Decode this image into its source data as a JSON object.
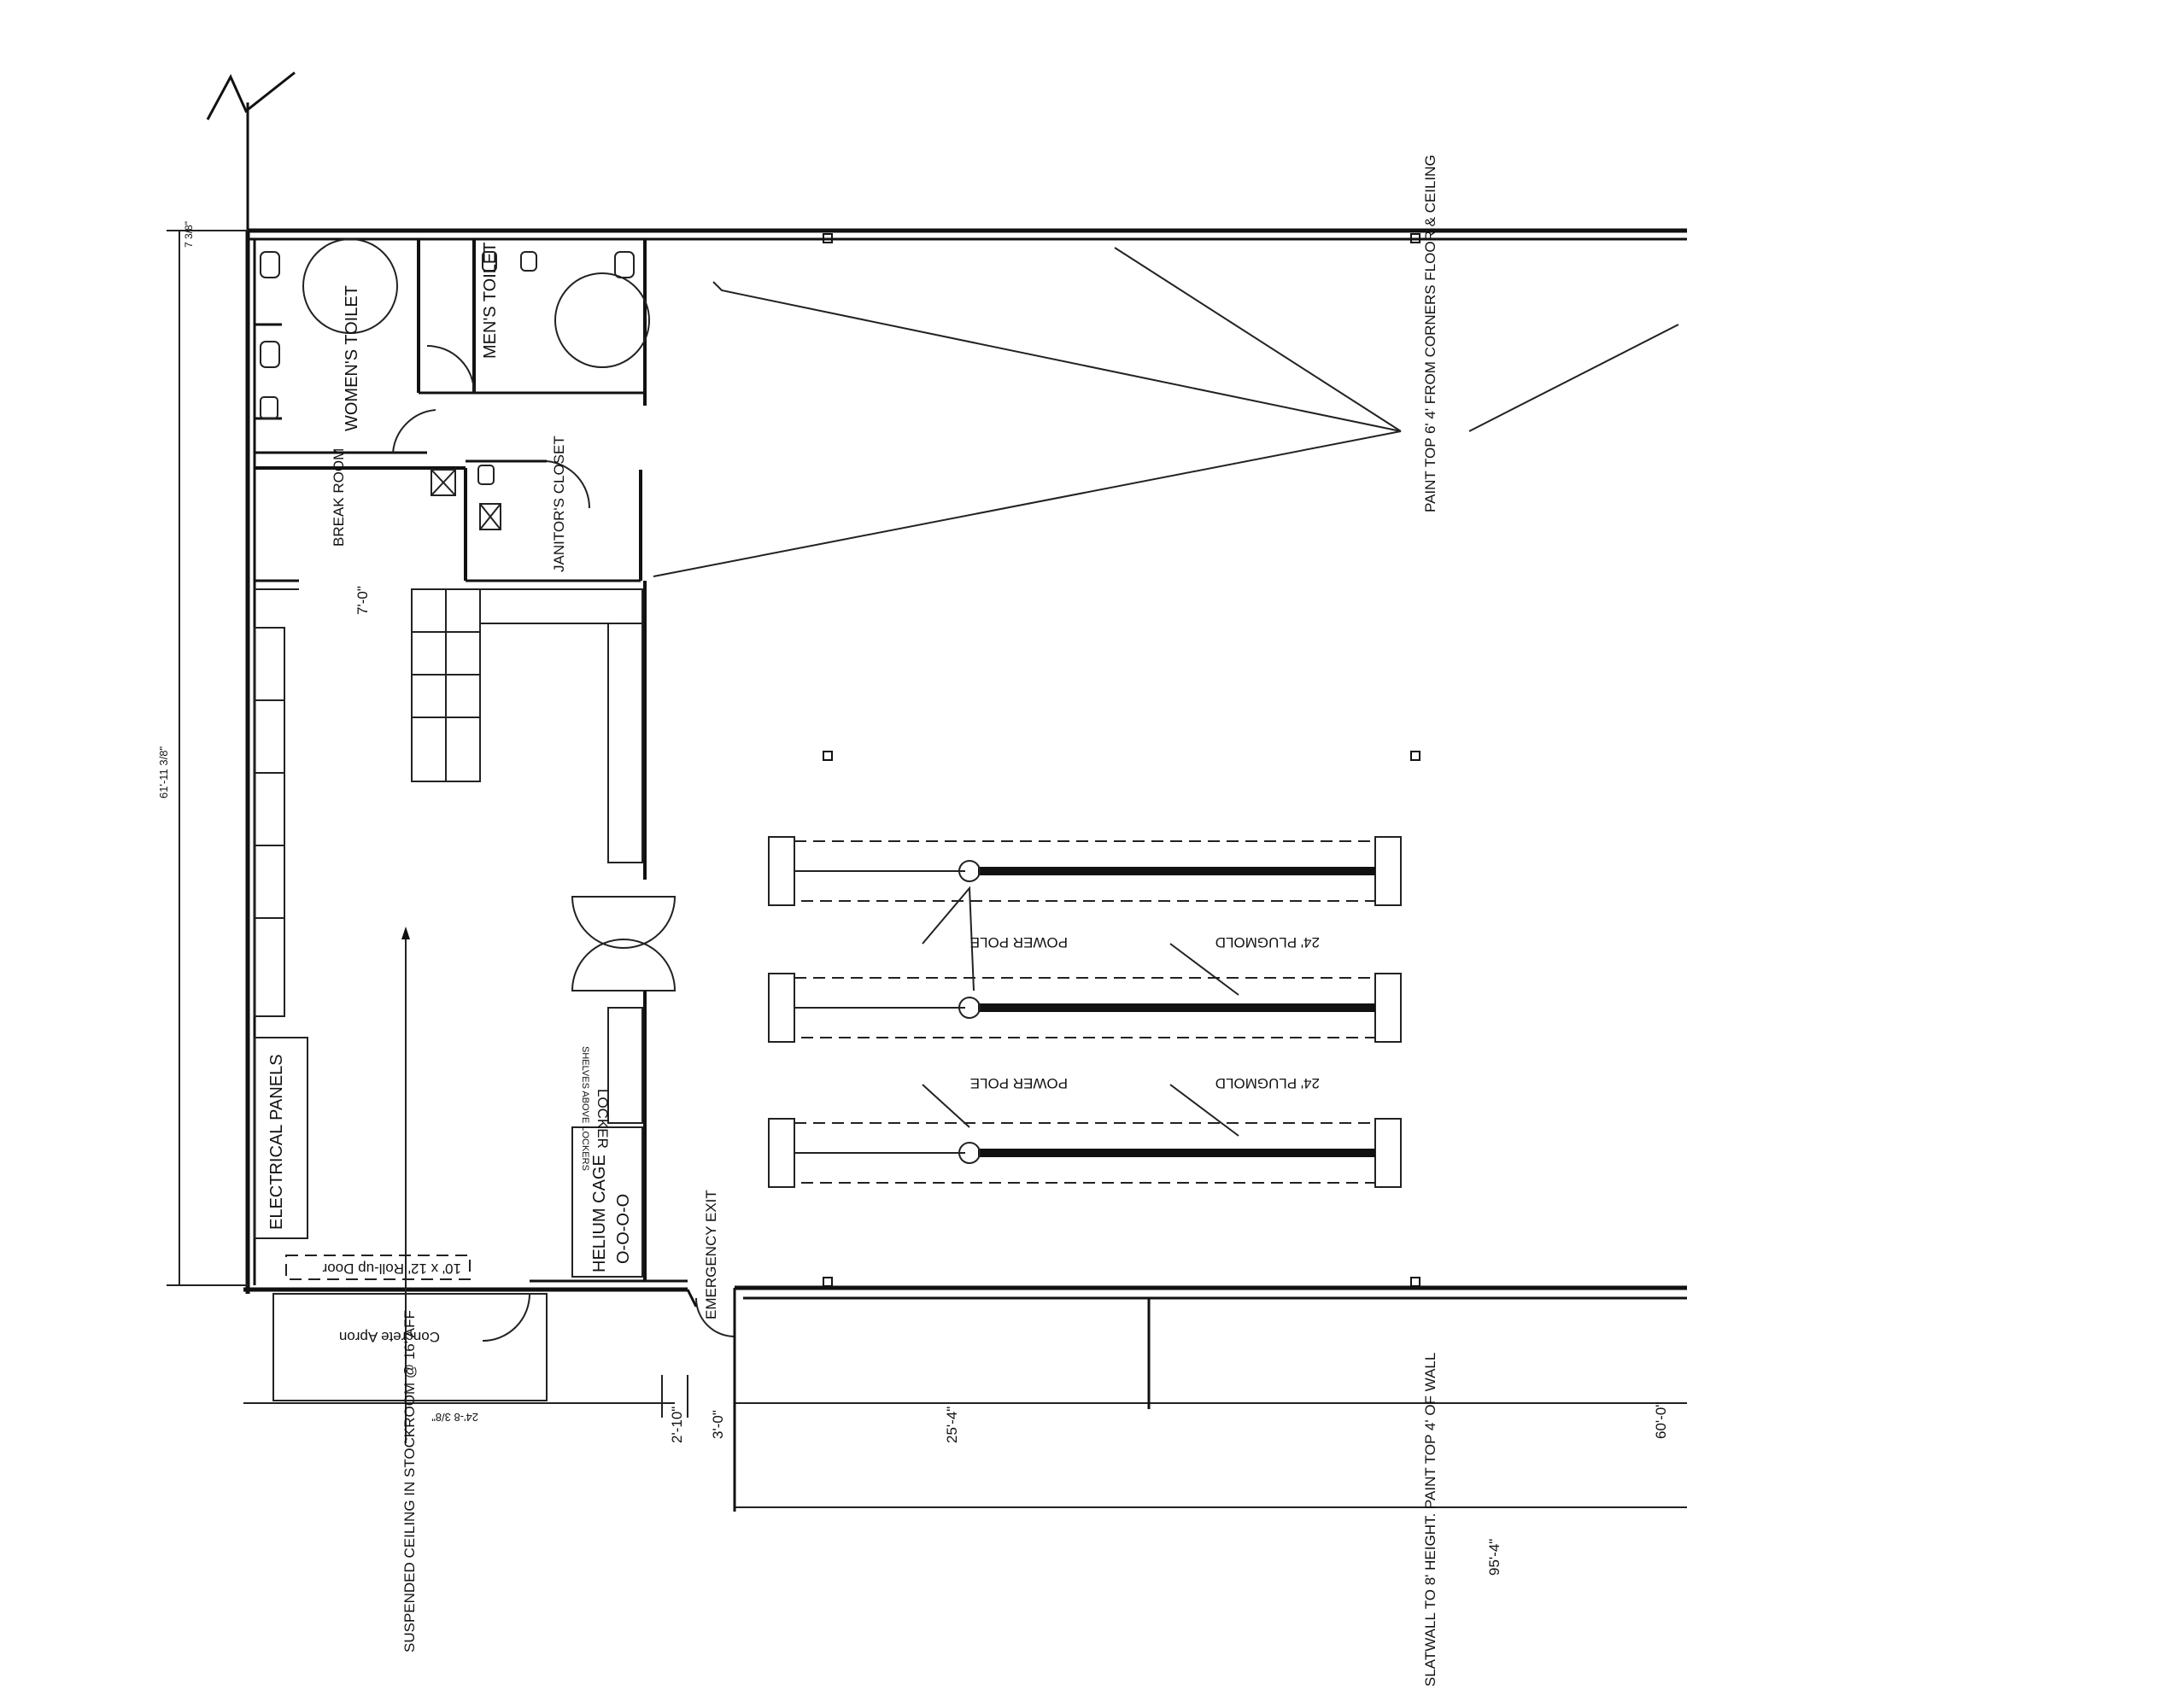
{
  "rooms": {
    "womens_toilet": "WOMEN'S TOILET",
    "mens_toilet": "MEN'S TOILET",
    "break_room": "BREAK ROOM",
    "janitors_closet": "JANITOR'S CLOSET",
    "electrical_panels": "ELECTRICAL PANELS",
    "helium_cage": "HELIUM CAGE",
    "helium_cylinders": "O-O-O-O",
    "locker": "LOCKER",
    "locker_sub": "SHELVES ABOVE LOCKERS"
  },
  "doors": {
    "rollup": "10' x 12' Roll-up Door",
    "apron": "Concrete Apron",
    "emergency_exit": "EMERGENCY EXIT"
  },
  "notes": {
    "paint_note": "PAINT TOP 6' 4' FROM CORNERS FLOOR & CEILING",
    "suspended_ceiling": "SUSPENDED CEILING IN STOCKROOM @ 16' AFF",
    "slatwall": "SLATWALL TO 8' HEIGHT. PAINT TOP 4' OF WALL",
    "power_pole_1": "POWER POLE",
    "plugmold_1": "24' PLUGMOLD",
    "power_pole_2": "POWER POLE",
    "plugmold_2": "24' PLUGMOLD"
  },
  "dimensions": {
    "overall_height": "61'-11 3/8\"",
    "top_small": "7 3/8\"",
    "stockroom_width": "7'-0\"",
    "bottom_left": "24'-8 3/8\"",
    "d_2_10": "2'-10\"",
    "d_3_0": "3'-0\"",
    "d_25_4": "25'-4\"",
    "d_60_0": "60'-0\"",
    "d_95_4": "95'-4\""
  }
}
